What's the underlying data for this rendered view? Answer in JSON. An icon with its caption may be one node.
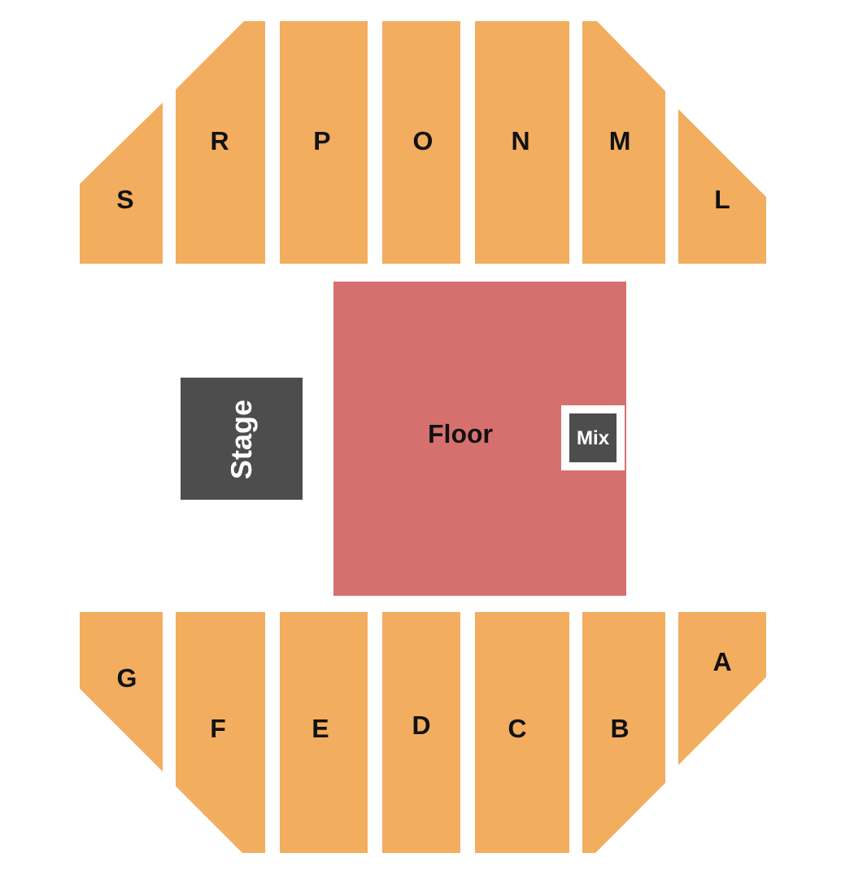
{
  "diagram": {
    "nodes": [
      {
        "text": [
          "S"
        ]
      },
      {
        "text": [
          "R"
        ]
      },
      {
        "text": [
          "P"
        ]
      },
      {
        "text": [
          "O"
        ]
      },
      {
        "text": [
          "N"
        ]
      },
      {
        "text": [
          "M"
        ]
      },
      {
        "text": [
          "L"
        ]
      },
      {
        "text": [
          "Stage"
        ]
      },
      {
        "text": [
          "Floor"
        ]
      },
      {
        "text": [
          "Mix"
        ],
        "in": 8
      },
      {
        "text": [
          "G"
        ]
      },
      {
        "text": [
          "F"
        ]
      },
      {
        "text": [
          "E"
        ]
      },
      {
        "text": [
          "D"
        ]
      },
      {
        "text": [
          "C"
        ]
      },
      {
        "text": [
          "B"
        ]
      },
      {
        "text": [
          "A"
        ]
      }
    ]
  }
}
